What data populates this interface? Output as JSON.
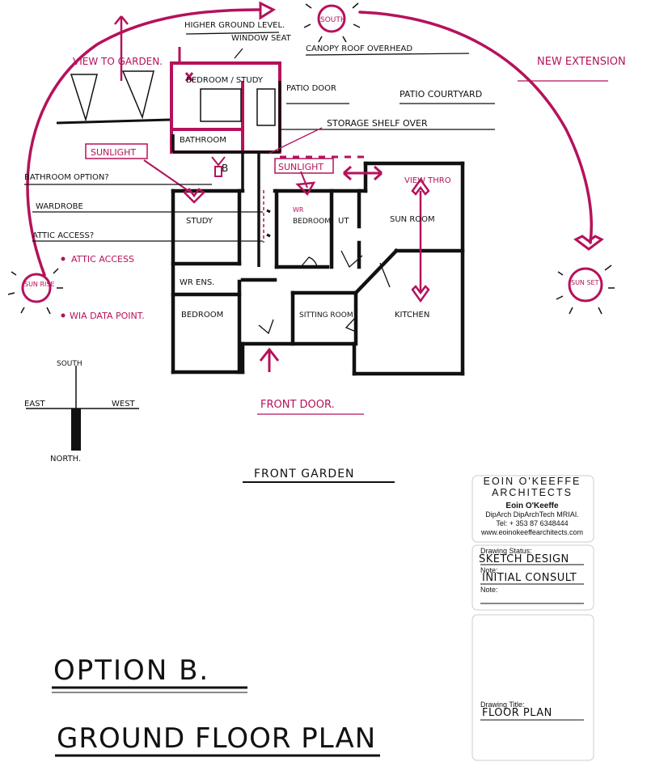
{
  "colors": {
    "ink": "#111111",
    "marker": "#b5125b",
    "paper": "#ffffff"
  },
  "compass": {
    "sun_top": "SOUTH",
    "sunrise": "SUN RISE",
    "sunset": "SUN SET",
    "north_label": "NORTH.",
    "south_label": "SOUTH",
    "east_label": "EAST",
    "west_label": "WEST"
  },
  "annotations": {
    "higher_ground": "HIGHER GROUND LEVEL.",
    "window_seat": "WINDOW SEAT",
    "canopy": "CANOPY ROOF OVERHEAD",
    "new_extension": "NEW EXTENSION",
    "view_garden": "VIEW TO GARDEN.",
    "patio_door": "PATIO DOOR",
    "patio_courtyard": "PATIO COURTYARD",
    "storage_shelf": "STORAGE SHELF OVER",
    "sunlight_left": "SUNLIGHT",
    "sunlight_mid": "SUNLIGHT",
    "bathroom_option": "BATHROOM OPTION?",
    "wardrobe": "WARDROBE",
    "attic_access": "ATTIC ACCESS?",
    "attic_access_red": "ATTIC ACCESS",
    "wia_data": "WIA DATA POINT.",
    "view_thro": "VIEW THRO",
    "front_door": "FRONT DOOR.",
    "front_garden": "FRONT GARDEN",
    "wr": "WR",
    "b": "B"
  },
  "rooms": {
    "bedroom_study": "BEDROOM / STUDY",
    "bathroom": "BATHROOM",
    "study": "STUDY",
    "bedroom2": "BEDROOM",
    "ut": "UT",
    "sun_room": "SUN ROOM",
    "wr_ens": "WR ENS.",
    "bedroom3": "BEDROOM",
    "sitting_room": "SITTING ROOM",
    "kitchen": "KITCHEN"
  },
  "titleblock": {
    "firm_line1": "EOIN O'KEEFFE",
    "firm_line2": "ARCHITECTS",
    "architect": "Eoin O'Keeffe",
    "quals": "DipArch DipArchTech MRIAI.",
    "tel": "Tel: + 353 87 6348444",
    "web": "www.eoinokeeffearchitects.com",
    "status_label": "Drawing Status:",
    "status_value": "SKETCH DESIGN",
    "note1_label": "Note:",
    "note1_value": "INITIAL CONSULT",
    "note2_label": "Note:",
    "title_label": "Drawing Title:",
    "title_value": "FLOOR PLAN"
  },
  "big_title": {
    "line1": "OPTION B.",
    "line2": "GROUND FLOOR PLAN"
  }
}
